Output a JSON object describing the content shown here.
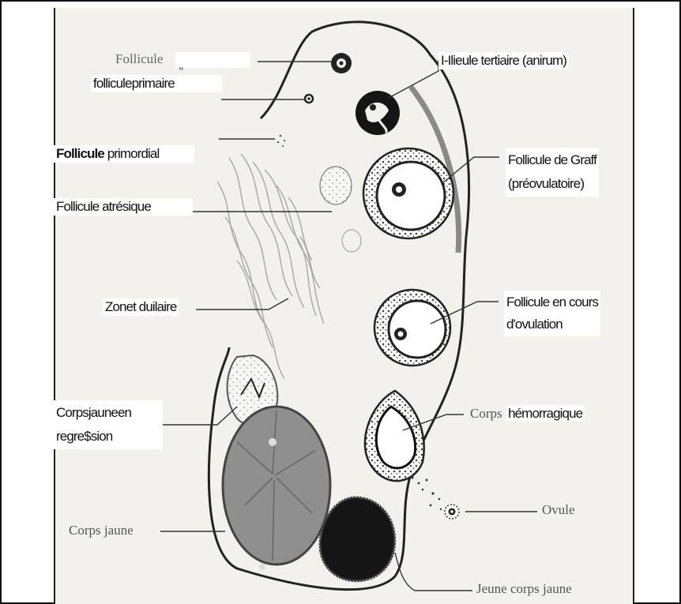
{
  "labels": {
    "follicule_top": "Follicule",
    "follicule_top_suffix": ",,",
    "follicule_primaire": "folliculeprimaire",
    "follicule_primordial_bold": "Follicule",
    "follicule_primordial_rest": "primordial",
    "follicule_atresique": "Follicule atrésique",
    "zone_interstitielle": "Zonet duilaire",
    "corps_jaune_regression_line1": "Corpsjauneen",
    "corps_jaune_regression_line2": "regre$sion",
    "corps_jaune": "Corps jaune",
    "follicule_tertiaire": "I-Ilieule tertiaire (anirum)",
    "follicule_de_graff_line1": "Follicule de Graff",
    "follicule_de_graff_line2": "(préovulatoire)",
    "follicule_ovulation_line1": "Follicule en cours",
    "follicule_ovulation_line2": "d'ovulation",
    "corps_hemorragique_serif": "Corps",
    "corps_hemorragique_rest": "hémorragique",
    "ovule": "Ovule",
    "jeune_corps_jaune": "Jeune corps jaune"
  },
  "colors": {
    "ink": "#1a1a1a",
    "panel_bg": "#f2f1ec",
    "corpus_luteum_gray": "#8f8f8f",
    "stroma_dots": "#555555"
  }
}
